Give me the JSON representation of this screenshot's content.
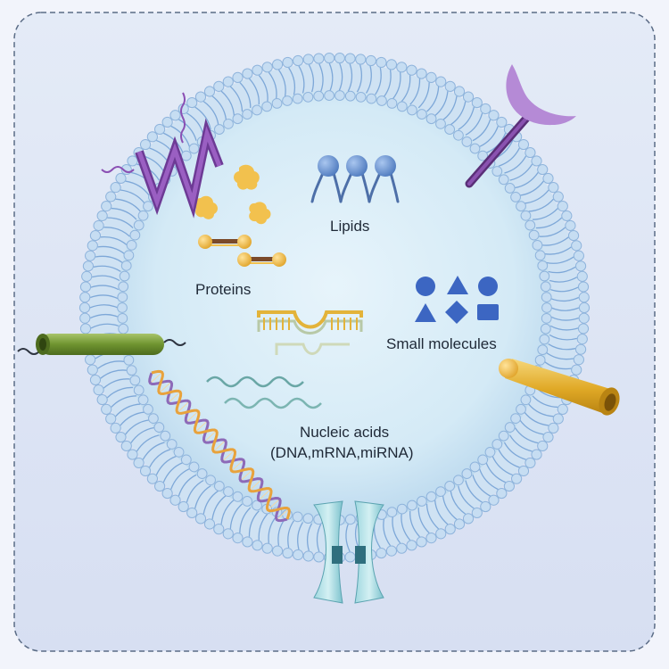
{
  "diagram": {
    "labels": {
      "lipids": "Lipids",
      "proteins": "Proteins",
      "small_molecules": "Small molecules",
      "nucleic_acids_line1": "Nucleic acids",
      "nucleic_acids_line2": "(DNA,mRNA,miRNA)"
    },
    "colors": {
      "background": "#dde4f3",
      "lumen": "#d6ecf6",
      "membrane_head": "#b9d5ee",
      "membrane_tail": "#7ea8d8",
      "lipid_blue": "#5b86c4",
      "protein_yellow": "#f2c14e",
      "small_molecule_blue": "#3c66c2",
      "helix_orange": "#e8a23c",
      "helix_purple": "#8d6ab8",
      "rna_teal": "#6aa7a6",
      "receptor_purple": "#7a3f98",
      "green_tube": "#6b8f2e",
      "yellow_tube": "#e0a926",
      "channel_teal": "#4fa6b5"
    }
  }
}
